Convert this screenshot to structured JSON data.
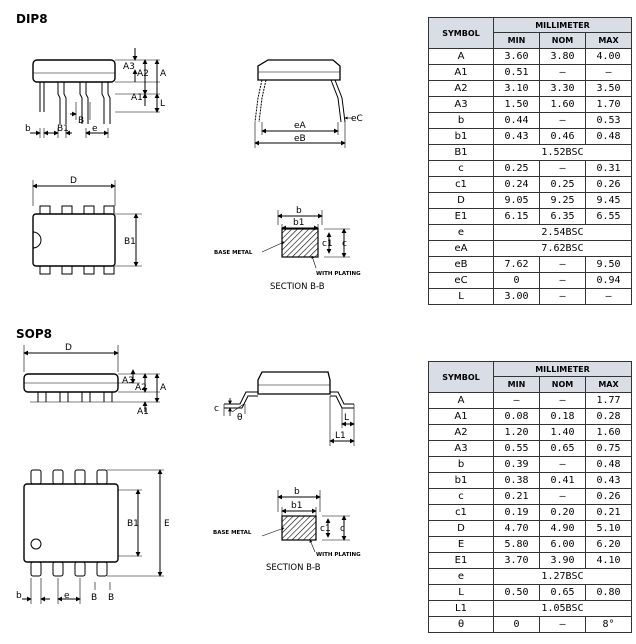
{
  "dip8": {
    "title": "DIP8",
    "labels": {
      "A3": "A3",
      "A2": "A2",
      "A": "A",
      "A1": "A1",
      "L": "L",
      "b": "b",
      "B1": "B1",
      "B": "B",
      "e": "e",
      "eA": "eA",
      "eB": "eB",
      "eC": "eC",
      "D": "D",
      "B1_side": "B1",
      "bx": "b",
      "b1x": "b1",
      "c1x": "c1",
      "cx": "c",
      "base_metal": "BASE METAL",
      "with_plating": "WITH PLATING",
      "section": "SECTION B-B"
    },
    "table": {
      "symbol_header": "SYMBOL",
      "mm_header": "MILLIMETER",
      "col_headers": [
        "MIN",
        "NOM",
        "MAX"
      ],
      "rows": [
        {
          "sym": "A",
          "min": "3.60",
          "nom": "3.80",
          "max": "4.00"
        },
        {
          "sym": "A1",
          "min": "0.51",
          "nom": "–",
          "max": "–"
        },
        {
          "sym": "A2",
          "min": "3.10",
          "nom": "3.30",
          "max": "3.50"
        },
        {
          "sym": "A3",
          "min": "1.50",
          "nom": "1.60",
          "max": "1.70"
        },
        {
          "sym": "b",
          "min": "0.44",
          "nom": "–",
          "max": "0.53"
        },
        {
          "sym": "b1",
          "min": "0.43",
          "nom": "0.46",
          "max": "0.48"
        },
        {
          "sym": "B1",
          "span": "1.52BSC"
        },
        {
          "sym": "c",
          "min": "0.25",
          "nom": "–",
          "max": "0.31"
        },
        {
          "sym": "c1",
          "min": "0.24",
          "nom": "0.25",
          "max": "0.26"
        },
        {
          "sym": "D",
          "min": "9.05",
          "nom": "9.25",
          "max": "9.45"
        },
        {
          "sym": "E1",
          "min": "6.15",
          "nom": "6.35",
          "max": "6.55"
        },
        {
          "sym": "e",
          "span": "2.54BSC"
        },
        {
          "sym": "eA",
          "span": "7.62BSC"
        },
        {
          "sym": "eB",
          "min": "7.62",
          "nom": "–",
          "max": "9.50"
        },
        {
          "sym": "eC",
          "min": "0",
          "nom": "–",
          "max": "0.94"
        },
        {
          "sym": "L",
          "min": "3.00",
          "nom": "–",
          "max": "–"
        }
      ]
    }
  },
  "sop8": {
    "title": "SOP8",
    "labels": {
      "D": "D",
      "A3": "A3",
      "A2": "A2",
      "A": "A",
      "A1": "A1",
      "c": "c",
      "theta": "θ",
      "L": "L",
      "L1": "L1",
      "B1": "B1",
      "E": "E",
      "b": "b",
      "e": "e",
      "B": "B",
      "bx": "b",
      "b1x": "b1",
      "c1x": "c1",
      "cx": "c",
      "base_metal": "BASE METAL",
      "with_plating": "WITH PLATING",
      "section": "SECTION B-B"
    },
    "table": {
      "symbol_header": "SYMBOL",
      "mm_header": "MILLIMETER",
      "col_headers": [
        "MIN",
        "NOM",
        "MAX"
      ],
      "rows": [
        {
          "sym": "A",
          "min": "–",
          "nom": "–",
          "max": "1.77"
        },
        {
          "sym": "A1",
          "min": "0.08",
          "nom": "0.18",
          "max": "0.28"
        },
        {
          "sym": "A2",
          "min": "1.20",
          "nom": "1.40",
          "max": "1.60"
        },
        {
          "sym": "A3",
          "min": "0.55",
          "nom": "0.65",
          "max": "0.75"
        },
        {
          "sym": "b",
          "min": "0.39",
          "nom": "–",
          "max": "0.48"
        },
        {
          "sym": "b1",
          "min": "0.38",
          "nom": "0.41",
          "max": "0.43"
        },
        {
          "sym": "c",
          "min": "0.21",
          "nom": "–",
          "max": "0.26"
        },
        {
          "sym": "c1",
          "min": "0.19",
          "nom": "0.20",
          "max": "0.21"
        },
        {
          "sym": "D",
          "min": "4.70",
          "nom": "4.90",
          "max": "5.10"
        },
        {
          "sym": "E",
          "min": "5.80",
          "nom": "6.00",
          "max": "6.20"
        },
        {
          "sym": "E1",
          "min": "3.70",
          "nom": "3.90",
          "max": "4.10"
        },
        {
          "sym": "e",
          "span": "1.27BSC"
        },
        {
          "sym": "L",
          "min": "0.50",
          "nom": "0.65",
          "max": "0.80"
        },
        {
          "sym": "L1",
          "span": "1.05BSC"
        },
        {
          "sym": "θ",
          "min": "0",
          "nom": "–",
          "max": "8°"
        }
      ]
    }
  }
}
